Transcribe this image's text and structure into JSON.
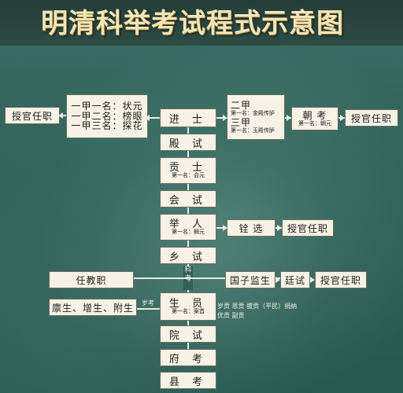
{
  "title": "明清科举考试程式示意图",
  "nodes": {
    "jinshi": "进 士",
    "dianshi": "殿 试",
    "gongshi": "贡 士",
    "gongshi_first": "第一名：会元",
    "huishi": "会 试",
    "juren": "举 人",
    "juren_first": "第一名：解元",
    "xiangshi": "乡 试",
    "shengyuan": "生 员",
    "shengyuan_first": "第一名：案首",
    "yuanshi": "院 试",
    "fukao": "府 考",
    "xiankao": "县 考"
  },
  "yijia": [
    "一甲一名：状元",
    "一甲二名：榜眼",
    "一甲三名：探花"
  ],
  "erjia": {
    "label": "二甲",
    "first": "第一名：金殿传胪"
  },
  "sanjia": {
    "label": "三甲",
    "first": "第一名：玉殿传胪"
  },
  "chaokao": {
    "label": "朝 考",
    "first": "第一名：朝元"
  },
  "shouguan": "授官任职",
  "quanxuan": "铨 选",
  "renjiao": "任教职",
  "lin_zeng_fu": "廪生、增生、附生",
  "guozijian": "国子监生",
  "tingshi": "廷试",
  "suikao": "岁考",
  "keokao": "科考",
  "gong_note1": "岁贡 恩贡 拔贡（平民）捐纳",
  "gong_note2": "优贡 副贡"
}
